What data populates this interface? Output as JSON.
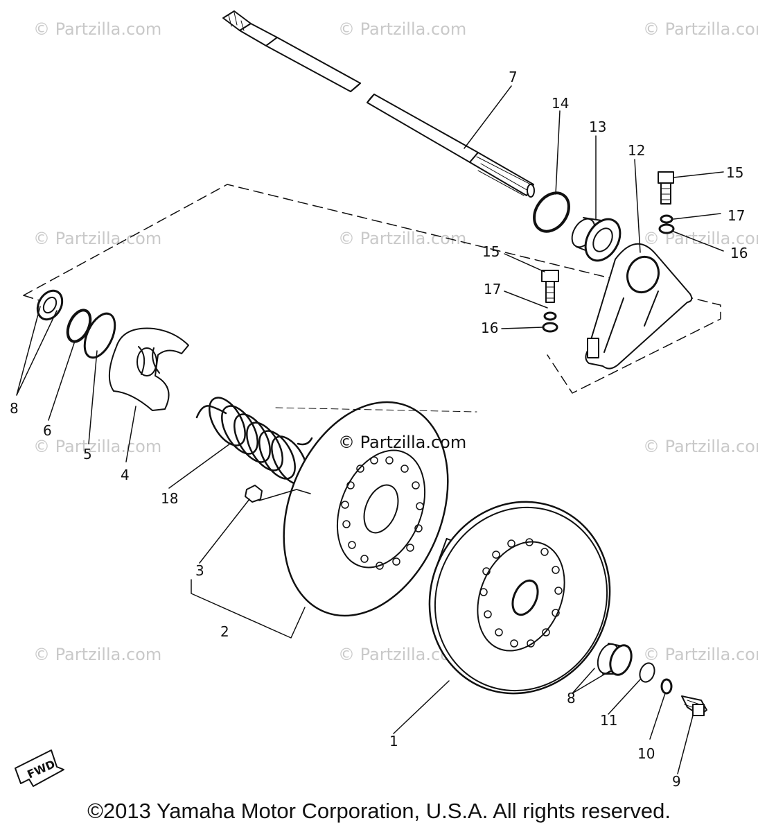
{
  "watermarks": [
    "© Partzilla.com",
    "© Partzilla.com",
    "© Partzilla.com",
    "© Partzilla.com",
    "© Partzilla.com",
    "© Partzilla.com",
    "© Partzilla.com",
    "© Partzilla.com",
    "© Partzilla.com",
    "© Partzilla.com",
    "© Partzilla.com"
  ],
  "center_watermark": "© Partzilla.com",
  "fwd_label": "FWD",
  "part_labels": {
    "p1": "1",
    "p2": "2",
    "p3": "3",
    "p4": "4",
    "p5": "5",
    "p6": "6",
    "p7": "7",
    "p8a": "8",
    "p8b": "8",
    "p9": "9",
    "p10": "10",
    "p11": "11",
    "p12": "12",
    "p13": "13",
    "p14": "14",
    "p15a": "15",
    "p15b": "15",
    "p16a": "16",
    "p16b": "16",
    "p17a": "17",
    "p17b": "17",
    "p18": "18"
  },
  "copyright": "©2013  Yamaha Motor Corporation, U.S.A. All rights reserved."
}
